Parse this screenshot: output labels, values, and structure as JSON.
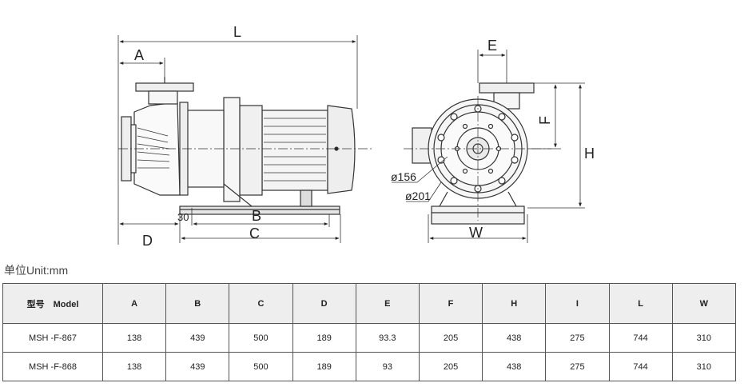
{
  "drawing": {
    "side_view_labels": {
      "L": "L",
      "A": "A",
      "B": "B",
      "C": "C",
      "D": "D",
      "offset": "30"
    },
    "front_view_labels": {
      "E": "E",
      "F": "F",
      "H": "H",
      "W": "W",
      "dia_inner": "ø156",
      "dia_outer": "ø201"
    }
  },
  "unit_label": "单位Unit:mm",
  "table": {
    "headers": [
      "型号　Model",
      "A",
      "B",
      "C",
      "D",
      "E",
      "F",
      "H",
      "I",
      "L",
      "W"
    ],
    "rows": [
      [
        "MSH -F-867",
        "138",
        "439",
        "500",
        "189",
        "93.3",
        "205",
        "438",
        "275",
        "744",
        "310"
      ],
      [
        "MSH -F-868",
        "138",
        "439",
        "500",
        "189",
        "93",
        "205",
        "438",
        "275",
        "744",
        "310"
      ]
    ]
  }
}
